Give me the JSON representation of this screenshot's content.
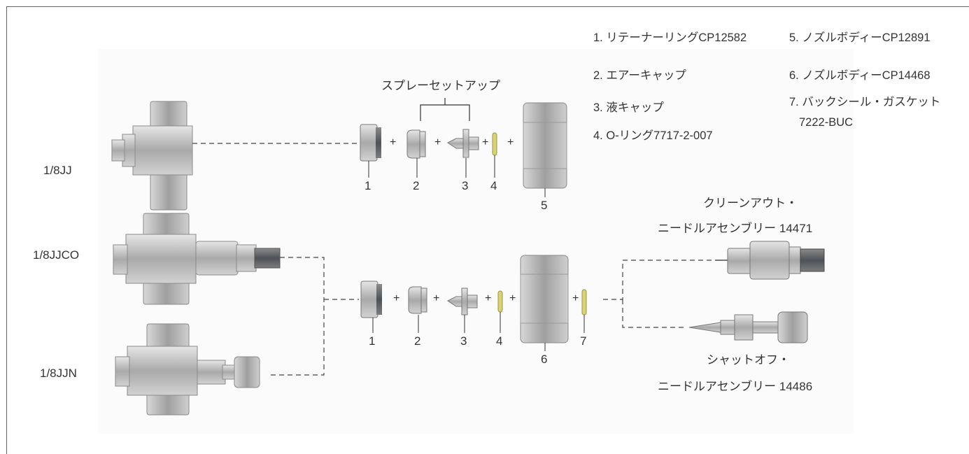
{
  "models": [
    "1/8JJ",
    "1/8JJCO",
    "1/8JJN"
  ],
  "spray_setup_label": "スプレーセットアップ",
  "parts_legend": [
    "1. リテーナーリングCP12582",
    "2. エアーキャップ",
    "3. 液キャップ",
    "4. O-リング7717-2-007",
    "5. ノズルボディーCP12891",
    "6. ノズルボディーCP14468",
    "7. バックシール・ガスケット"
  ],
  "part7_code": "7222-BUC",
  "row1_part_numbers": [
    "1",
    "2",
    "3",
    "4",
    "5"
  ],
  "row2_part_numbers": [
    "1",
    "2",
    "3",
    "4",
    "6",
    "7"
  ],
  "plus_sign": "+",
  "cleanout_assembly": {
    "line1": "クリーンアウト・",
    "line2": "ニードルアセンブリー 14471"
  },
  "shutoff_assembly": {
    "line1": "シャットオフ・",
    "line2": "ニードルアセンブリー 14486"
  },
  "colors": {
    "metal": "#b4b4b4",
    "metal_dark": "#7c7c7c",
    "oring": "#d8d27a",
    "bg": "#fafafa"
  }
}
